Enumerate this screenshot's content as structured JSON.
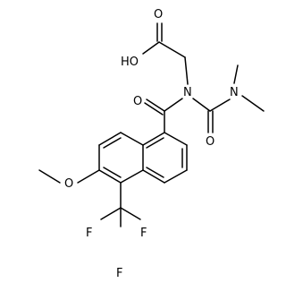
{
  "labels": {
    "carbonyl_o_acid": "O",
    "hydroxyl": "HO",
    "amide_o": "O",
    "nitrogen_imide": "N",
    "nitrogen_dimethyl": "N",
    "urea_o": "O",
    "methoxy_o": "O",
    "fluorine_left": "F",
    "fluorine_right": "F",
    "fluorine_bottom": "F"
  }
}
